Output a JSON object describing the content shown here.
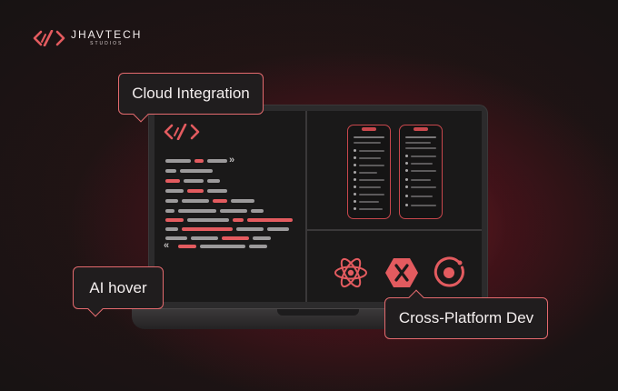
{
  "brand": {
    "name": "JHAVTECH",
    "subtitle": "STUDIOS",
    "accent_color": "#e35b5f",
    "icon": "code-slash-icon"
  },
  "callouts": {
    "cloud": {
      "label": "Cloud Integration"
    },
    "ai": {
      "label": "AI hover"
    },
    "cross_platform": {
      "label": "Cross-Platform Dev"
    }
  },
  "screen": {
    "code_panel": {
      "logo_icon": "code-slash-icon",
      "open_chevrons": "»",
      "close_chevrons": "«"
    },
    "phones_panel": {
      "phone_count": 2
    },
    "icons_panel": {
      "icons": [
        {
          "name": "react-icon",
          "color": "#e35b5f"
        },
        {
          "name": "xamarin-icon",
          "color": "#e35b5f"
        },
        {
          "name": "ionic-icon",
          "color": "#e35b5f"
        }
      ]
    }
  },
  "colors": {
    "background": "#151313",
    "glow": "#8c1c2a",
    "callout_border": "#e46a6e",
    "screen": "#1c1b1c",
    "code_gray": "#9c9a9b",
    "code_red": "#e35b5f"
  }
}
